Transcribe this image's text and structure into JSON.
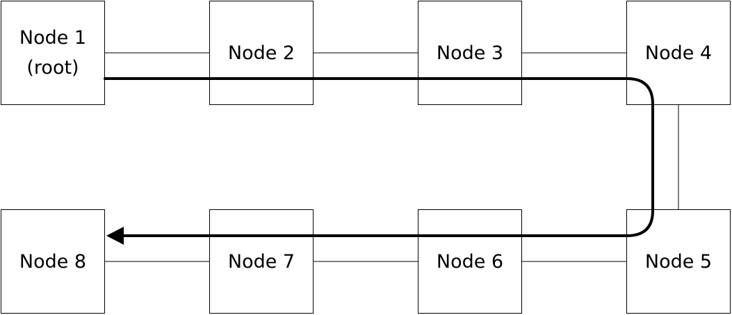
{
  "nodes": [
    {
      "id": "node-1",
      "label": "Node 1",
      "sublabel": "(root)"
    },
    {
      "id": "node-2",
      "label": "Node 2"
    },
    {
      "id": "node-3",
      "label": "Node 3"
    },
    {
      "id": "node-4",
      "label": "Node 4"
    },
    {
      "id": "node-5",
      "label": "Node 5"
    },
    {
      "id": "node-6",
      "label": "Node 6"
    },
    {
      "id": "node-7",
      "label": "Node 7"
    },
    {
      "id": "node-8",
      "label": "Node 8"
    }
  ],
  "links": [
    [
      "node-1",
      "node-2"
    ],
    [
      "node-2",
      "node-3"
    ],
    [
      "node-3",
      "node-4"
    ],
    [
      "node-4",
      "node-5"
    ],
    [
      "node-5",
      "node-6"
    ],
    [
      "node-6",
      "node-7"
    ],
    [
      "node-7",
      "node-8"
    ]
  ],
  "traversal": {
    "from": "node-1",
    "to": "node-8",
    "color": "#000000"
  }
}
